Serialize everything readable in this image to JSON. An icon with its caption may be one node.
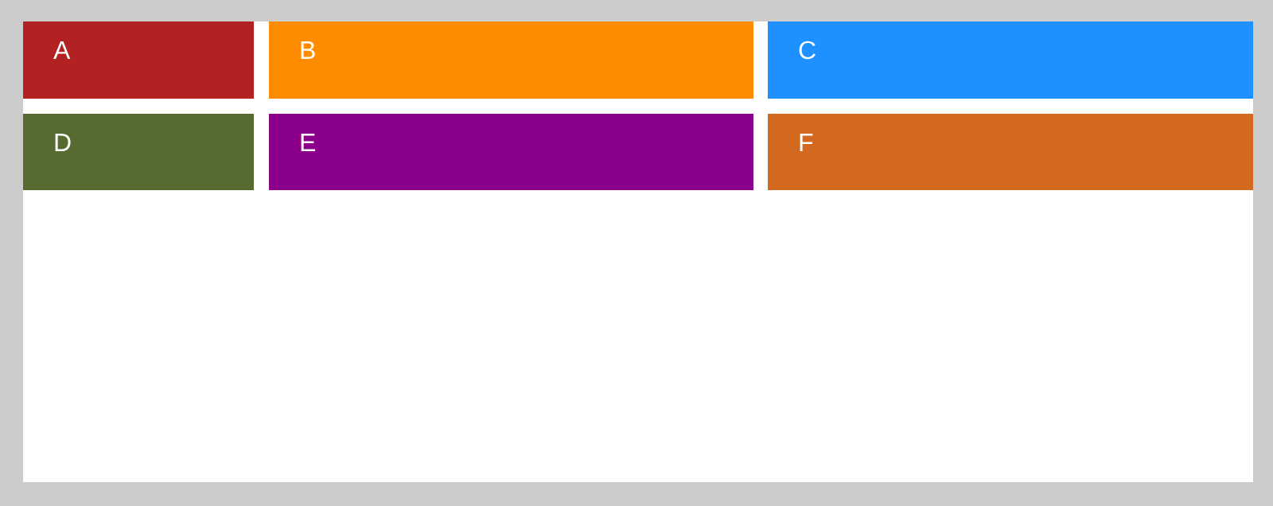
{
  "diagram": {
    "nodes": [
      {
        "text": [
          "A"
        ]
      },
      {
        "text": [
          "B"
        ]
      },
      {
        "text": [
          "C"
        ]
      },
      {
        "text": [
          "D"
        ]
      },
      {
        "text": [
          "E"
        ]
      },
      {
        "text": [
          "F"
        ]
      }
    ]
  }
}
